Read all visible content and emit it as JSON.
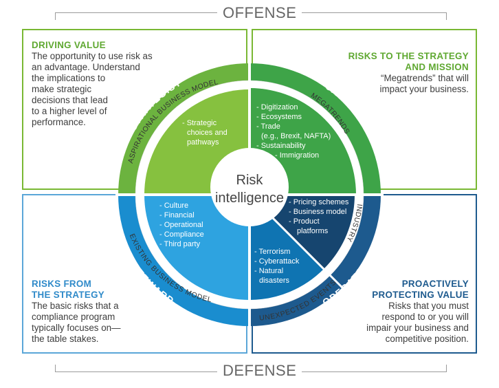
{
  "axes": {
    "top": "OFFENSE",
    "bottom": "DEFENSE"
  },
  "center": {
    "line1": "Risk",
    "line2": "intelligence"
  },
  "quadrants": {
    "top_left": {
      "title": [
        "DRIVING VALUE"
      ],
      "body": [
        "The opportunity to use risk as",
        "an advantage. Understand",
        "the implications to",
        "make strategic",
        "decisions that lead",
        "to a higher level of",
        "performance."
      ],
      "role": "STRATEGIST",
      "band": "ASPIRATIONAL BUSINESS MODEL",
      "items": [
        "- Strategic",
        "choices and",
        "pathways"
      ]
    },
    "top_right": {
      "title": [
        "RISKS TO THE STRATEGY",
        "AND MISSION"
      ],
      "body": [
        "“Megatrends” that will",
        "impact your business."
      ],
      "role": "CATALYST",
      "band": "MEGATRENDS",
      "items": [
        "- Digitization",
        "- Ecosystems",
        "- Trade",
        "(e.g., Brexit, NAFTA)",
        "- Sustainability",
        "- Immigration"
      ]
    },
    "bottom_left": {
      "title": [
        "RISKS FROM",
        "THE STRATEGY"
      ],
      "body": [
        "The basic risks that a",
        "compliance program",
        "typically focuses on—",
        "the table stakes."
      ],
      "role": "STEWARD",
      "band": "EXISTING BUSINESS MODEL",
      "items": [
        "- Culture",
        "- Financial",
        "- Operational",
        "- Compliance",
        "- Third party"
      ]
    },
    "bottom_right": {
      "title": [
        "PROACTIVELY",
        "PROTECTING VALUE"
      ],
      "body": [
        "Risks that you must",
        "respond to or you will",
        "impair your business and",
        "competitive position."
      ],
      "role": "OPERATOR",
      "band_industry": "INDUSTRY",
      "band_unexpected": "UNEXPECTED EVENTS",
      "items_industry": [
        "- Pricing schemes",
        "- Business model",
        "- Product",
        "platforms"
      ],
      "items_unexpected": [
        "- Terrorism",
        "- Cyberattack",
        "- Natural",
        "disasters"
      ]
    }
  },
  "colors": {
    "green_dark": "#4ba93a",
    "green_light": "#86c13f",
    "blue_dark": "#1b8fd0",
    "blue_light": "#3aa9e3",
    "navy": "#1d5a8e",
    "navy_mid": "#0f74b2",
    "border_green": "#79b833",
    "border_blue": "#5aa6d8"
  }
}
